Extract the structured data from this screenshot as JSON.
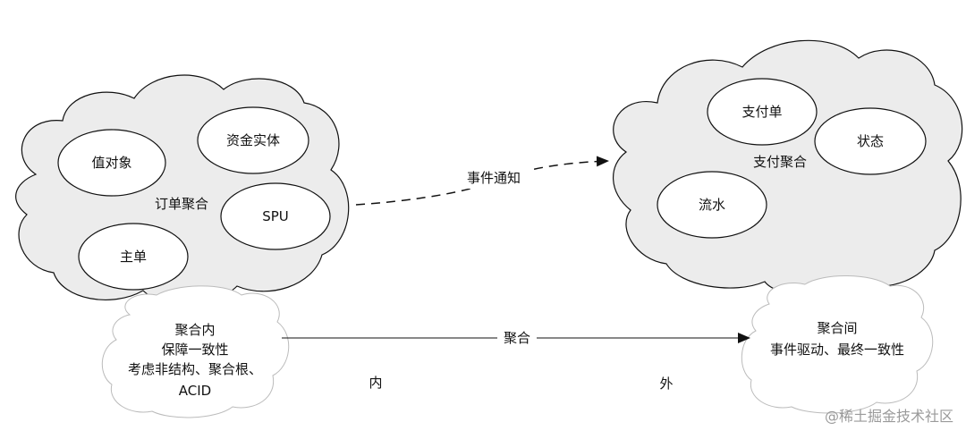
{
  "aggregates": {
    "order": {
      "title": "订单聚合",
      "entities": [
        "值对象",
        "资金实体",
        "SPU",
        "主单"
      ]
    },
    "payment": {
      "title": "支付聚合",
      "entities": [
        "支付单",
        "状态",
        "流水"
      ]
    }
  },
  "event_notification": "事件通知",
  "inside_note": [
    "聚合内",
    "保障一致性",
    "考虑非结构、聚合根、",
    "ACID"
  ],
  "outside_note": [
    "聚合间",
    "事件驱动、最终一致性"
  ],
  "arrow_label": "聚合",
  "inside_label": "内",
  "outside_label": "外",
  "watermark": "@稀土掘金技术社区",
  "colors": {
    "cloud_fill": "#ececec",
    "cloud_stroke": "#111111",
    "ellipse_fill": "#ffffff",
    "note_fill": "#ffffff",
    "note_stroke": "#bbbbbb",
    "line": "#111111"
  }
}
